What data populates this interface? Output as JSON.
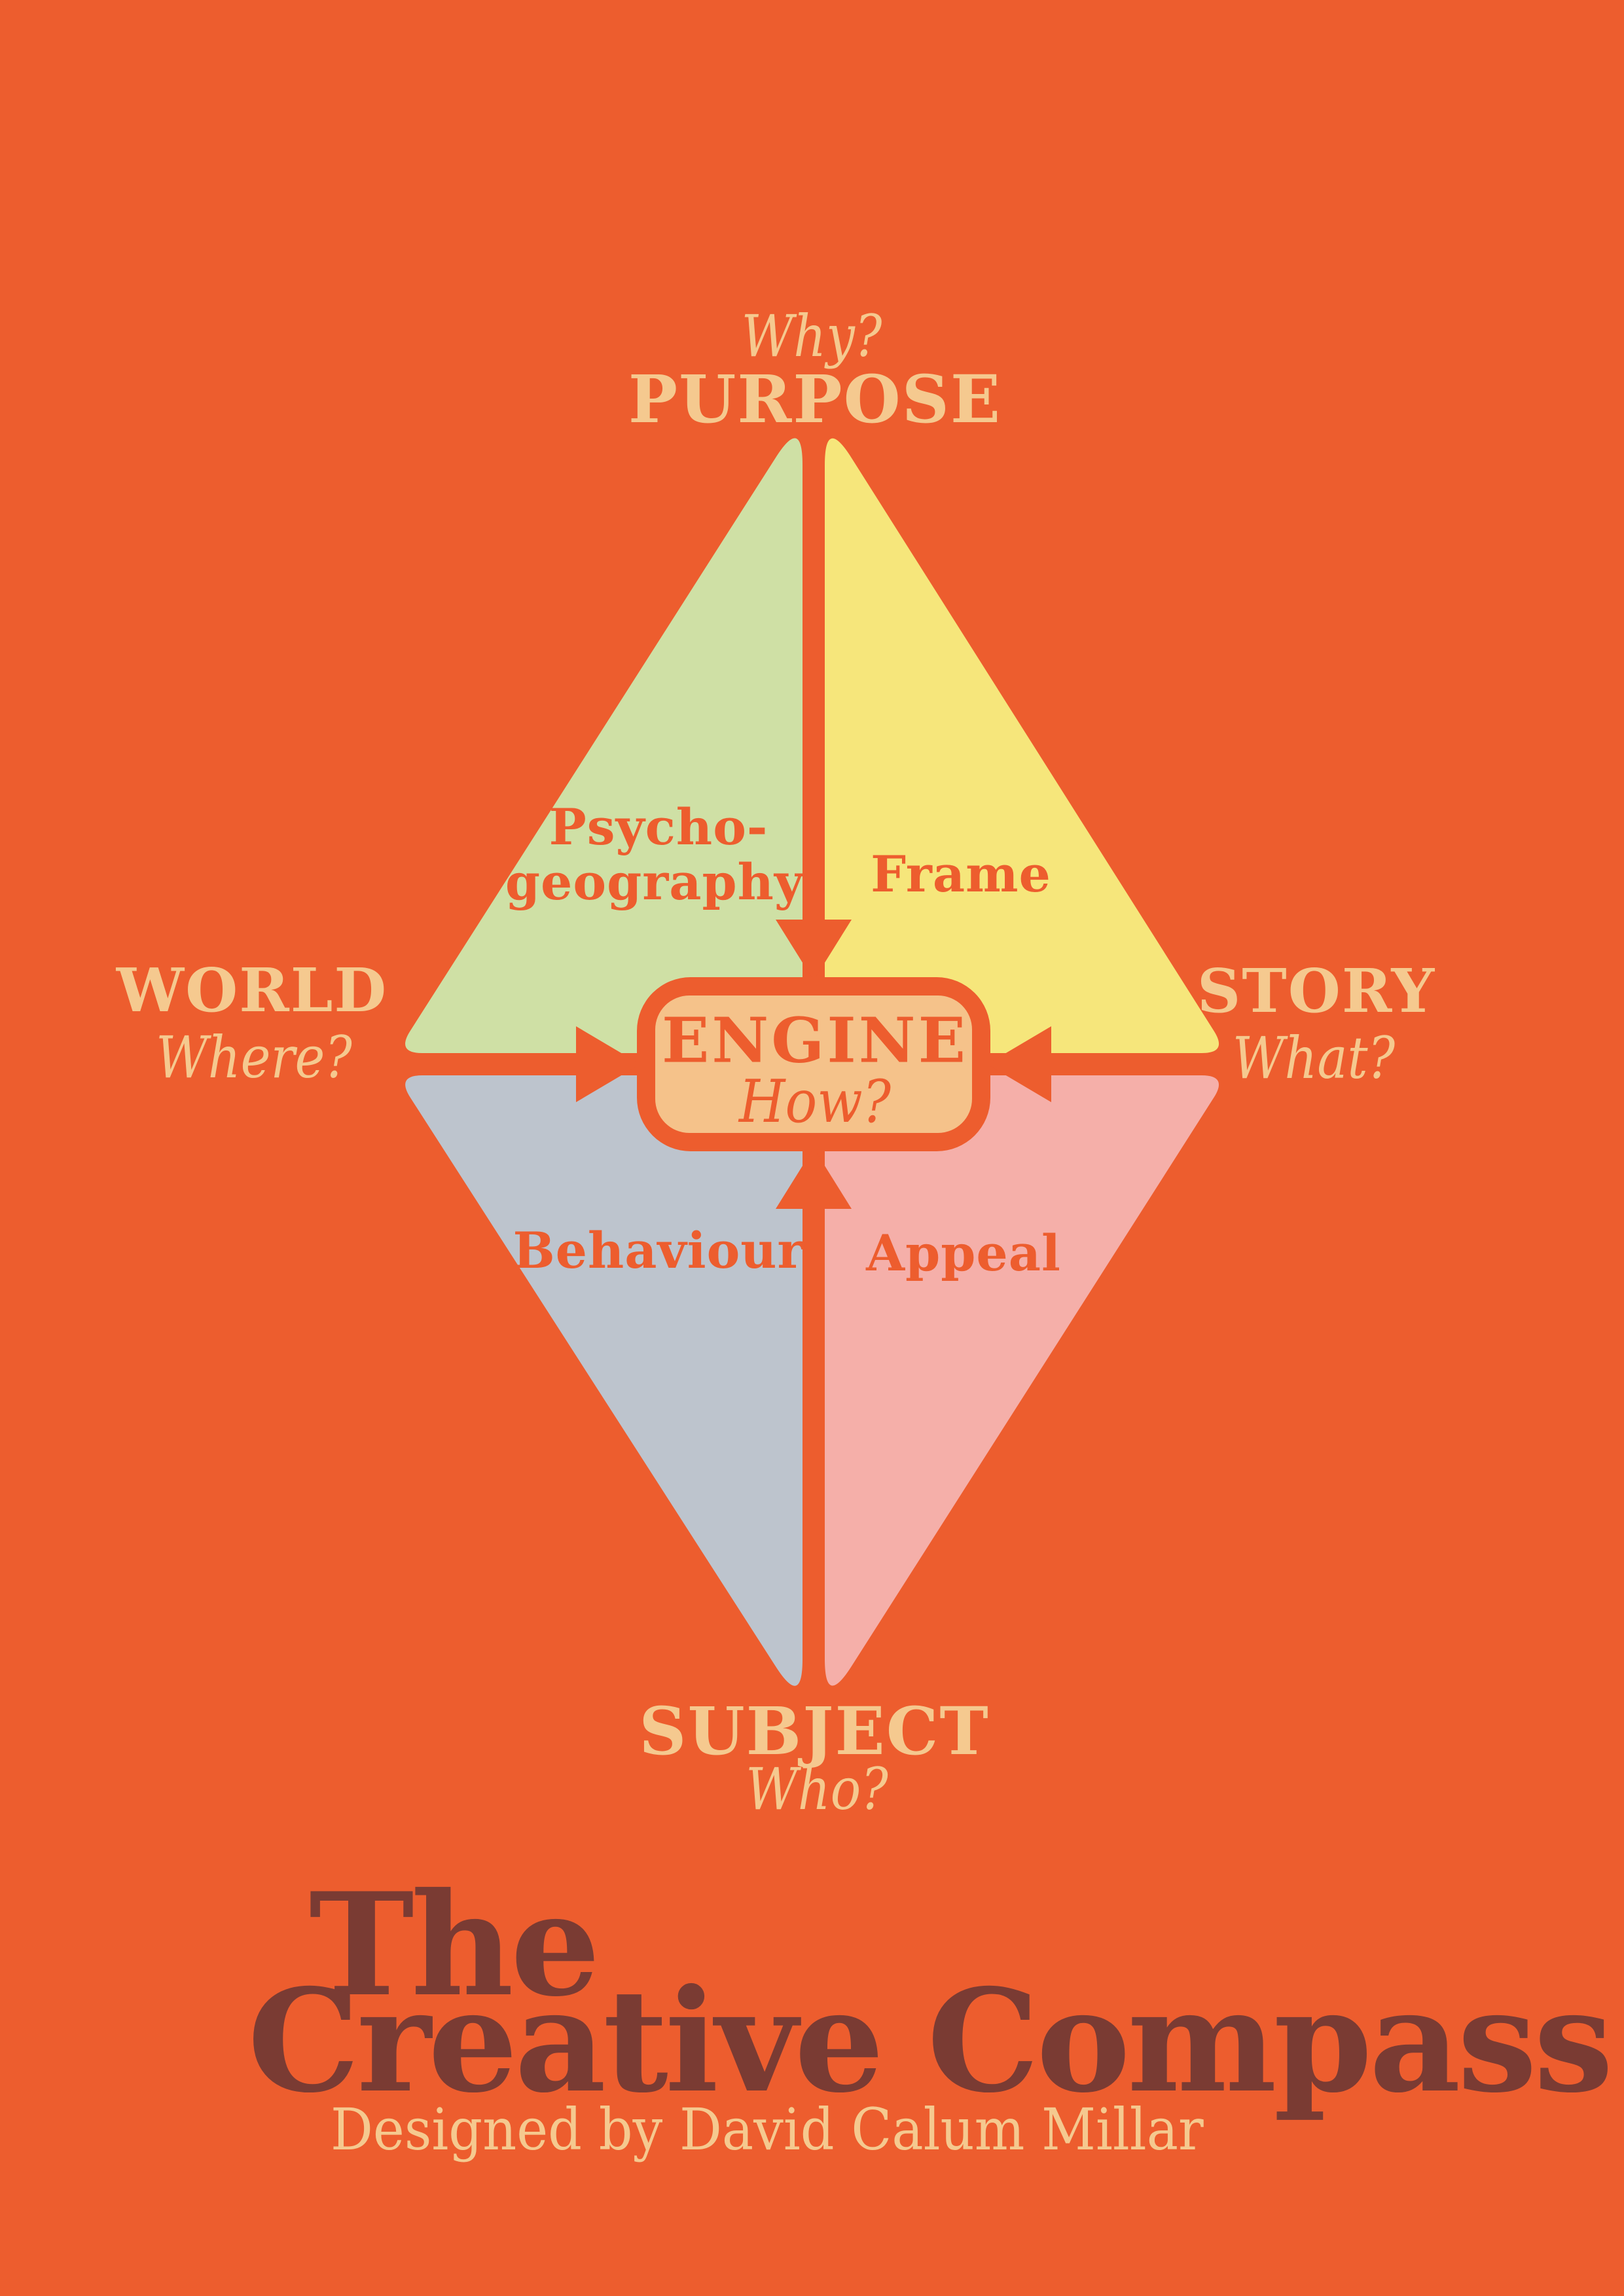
{
  "poster": {
    "background_color": "#ED5D2E",
    "accent_color": "#ED5D2E",
    "cream_color": "#F5C98F",
    "maroon_color": "#7A3B33"
  },
  "compass": {
    "north": {
      "question": "Why?",
      "label": "PURPOSE"
    },
    "west": {
      "label": "WORLD",
      "question": "Where?"
    },
    "east": {
      "label": "STORY",
      "question": "What?"
    },
    "south": {
      "label": "SUBJECT",
      "question": "Who?"
    },
    "center": {
      "label": "ENGINE",
      "question": "How?"
    },
    "quadrants": {
      "top_left": {
        "line1": "Psycho-",
        "line2": "geography",
        "color": "#CFE0A5"
      },
      "top_right": {
        "label": "Frame",
        "color": "#F6E67B"
      },
      "bottom_left": {
        "label": "Behaviour",
        "color": "#BDC4CD"
      },
      "bottom_right": {
        "label": "Appeal",
        "color": "#F5AFA9"
      }
    },
    "engine_box": {
      "fill": "#F5C28A",
      "border": "#ED5D2E"
    }
  },
  "footer": {
    "title_line1": "The",
    "title_line2": "Creative Compass",
    "credit": "Designed by David Calum Millar"
  }
}
